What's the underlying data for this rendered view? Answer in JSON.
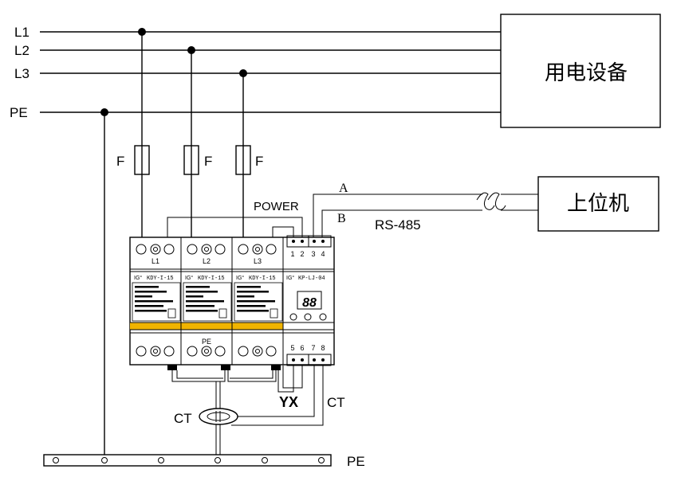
{
  "lines": {
    "l1": "L1",
    "l2": "L2",
    "l3": "L3",
    "pe": "PE"
  },
  "equipment": {
    "label": "用电设备"
  },
  "host": {
    "label": "上位机"
  },
  "fuse_label": "F",
  "power_label": "POWER",
  "signal": {
    "a": "A",
    "b": "B",
    "bus": "RS-485"
  },
  "modules": {
    "spd_model": "KDY-I-15",
    "monitor_model": "KP-LJ-04",
    "display_value": "88",
    "top_labels": [
      "L1",
      "L2",
      "L3"
    ],
    "pe_label": "PE",
    "top_terminals": [
      "1",
      "2",
      "3",
      "4"
    ],
    "bottom_terminals": [
      "5",
      "6",
      "7",
      "8"
    ]
  },
  "yx_label": "YX",
  "ct_label_right": "CT",
  "ct_label_left": "CT",
  "pe_bar_label": "PE",
  "colors": {
    "stripe": "#f0b400",
    "line": "#000000"
  }
}
